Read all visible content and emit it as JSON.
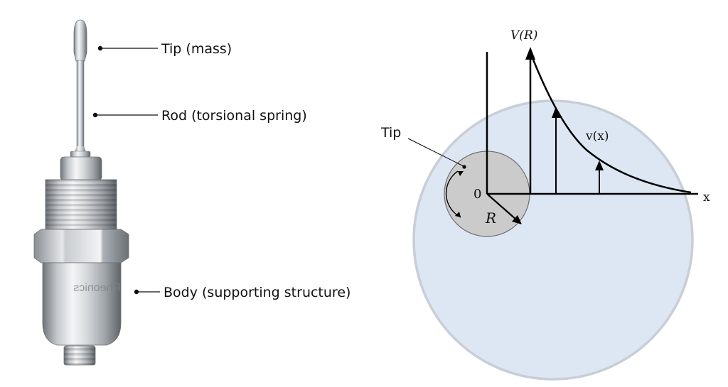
{
  "sensor_photo": {
    "engraving": "Rheonics",
    "callouts": {
      "tip": "Tip (mass)",
      "rod": "Rod (torsional spring)",
      "body": "Body (supporting structure)"
    }
  },
  "diagram": {
    "tip_label": "Tip",
    "origin_label": "0",
    "radius_label": "R",
    "peak_label": "V(R)",
    "profile_label": "v(x)",
    "axis_label": "x"
  },
  "colors": {
    "fluid": "#dde7f4",
    "fluid_border": "#c9ced6",
    "tip_fill": "#cbcbcb",
    "tip_border": "#6e6e6e",
    "ink": "#000000",
    "metal_light": "#eef0f2",
    "metal_dark": "#7d8287"
  }
}
